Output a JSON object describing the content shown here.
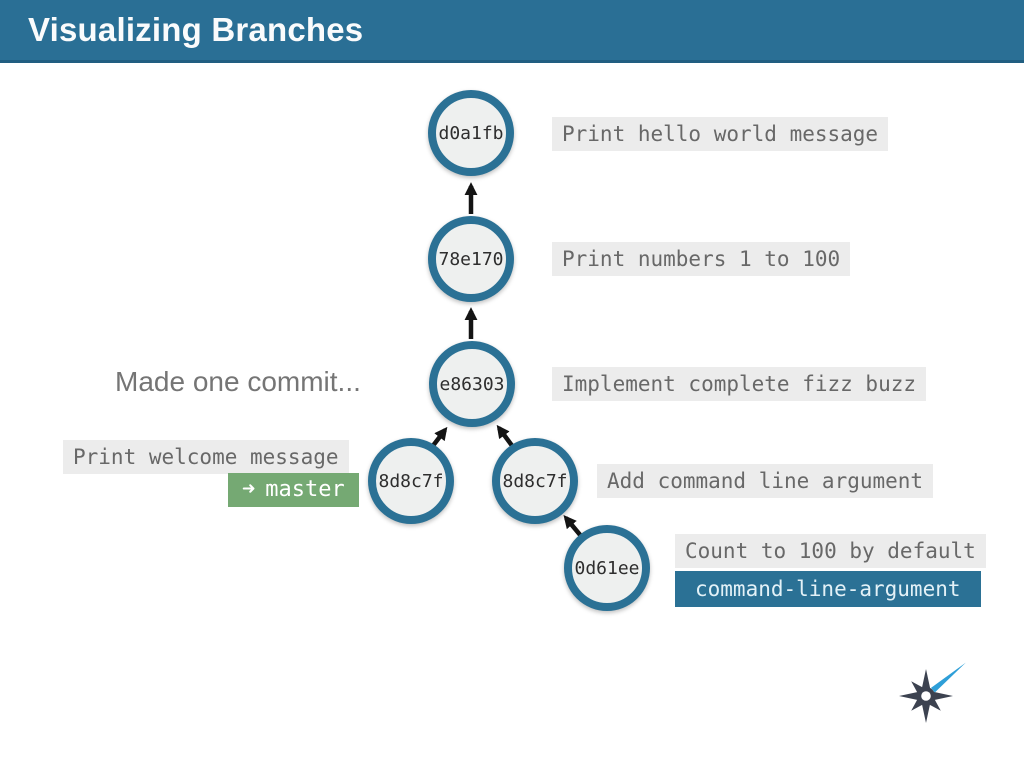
{
  "slide": {
    "title": "Visualizing Branches"
  },
  "annotation": {
    "text": "Made one commit..."
  },
  "graph": {
    "commits": [
      {
        "id": "d0a1fb",
        "message": "Print hello world message"
      },
      {
        "id": "78e170",
        "message": "Print numbers 1 to 100"
      },
      {
        "id": "e86303",
        "message": "Implement complete fizz buzz"
      },
      {
        "id": "8d8c7f",
        "message": "Print welcome message"
      },
      {
        "id": "8d8c7f",
        "message": "Add command line argument"
      },
      {
        "id": "0d61ee",
        "message": "Count to 100 by default"
      }
    ],
    "branch_labels": [
      {
        "label": "master",
        "arrow": "➜"
      },
      {
        "label": "command-line-argument"
      }
    ],
    "edges": "each child commit points to its parent with a black arrow"
  },
  "icons": {
    "branch_arrow": "right-arrow",
    "logo": "starburst-compass"
  },
  "colors": {
    "header_blue": "#2a6f95",
    "node_border_blue": "#2b7195",
    "node_fill": "#eef0ef",
    "label_bg": "#ececec",
    "label_text": "#686868",
    "badge_green": "#75a973",
    "badge_blue": "#2b7195",
    "badge_blue_text": "#e3f1f7",
    "arrow_black": "#141414",
    "logo_dark": "#3c4250",
    "logo_blue": "#2e9fd8"
  }
}
